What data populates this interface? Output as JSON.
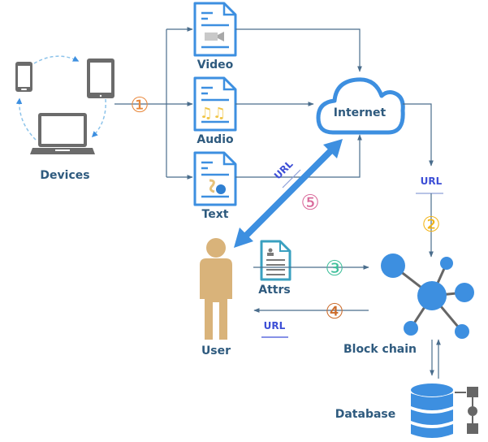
{
  "diagram": {
    "nodes": {
      "devices": {
        "label": "Devices"
      },
      "video": {
        "label": "Video"
      },
      "audio": {
        "label": "Audio"
      },
      "text": {
        "label": "Text"
      },
      "internet": {
        "label": "Internet"
      },
      "user": {
        "label": "User"
      },
      "attrs": {
        "label": "Attrs"
      },
      "blockchain": {
        "label": "Block chain"
      },
      "database": {
        "label": "Database"
      }
    },
    "edge_labels": {
      "url_text_internet": "URL",
      "url_internet_blockchain": "URL",
      "url_blockchain_user": "URL"
    },
    "steps": [
      {
        "id": "1",
        "glyph": "①",
        "color": "#e8873a"
      },
      {
        "id": "2",
        "glyph": "②",
        "color": "#f2b418"
      },
      {
        "id": "3",
        "glyph": "③",
        "color": "#3dbf9a"
      },
      {
        "id": "4",
        "glyph": "④",
        "color": "#cc6b2a"
      },
      {
        "id": "5",
        "glyph": "⑤",
        "color": "#d9689a"
      }
    ],
    "colors": {
      "accent_blue": "#3d8fe0",
      "line": "#4a6d8c",
      "label": "#2e5a7e",
      "url": "#3d4fd6",
      "user": "#d9b37a",
      "device_gray": "#6b6b6b"
    }
  }
}
